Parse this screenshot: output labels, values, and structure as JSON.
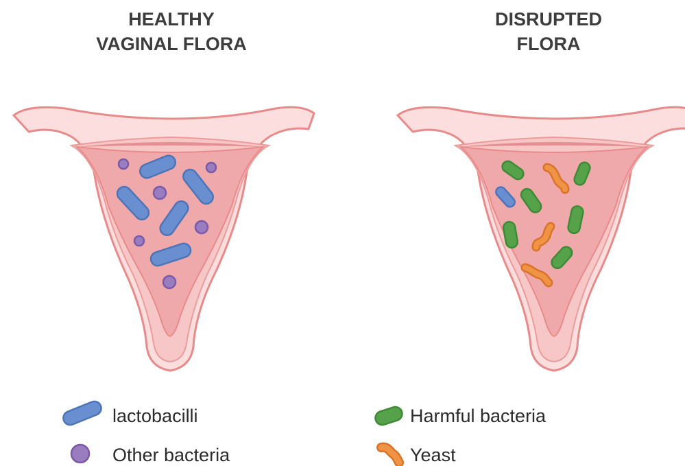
{
  "panels": {
    "healthy": {
      "title_line1": "HEALTHY",
      "title_line2": "VAGINAL FLORA"
    },
    "disrupted": {
      "title_line1": "DISRUPTED",
      "title_line2": "FLORA"
    }
  },
  "legend": {
    "lactobacilli": "lactobacilli",
    "other_bacteria": "Other bacteria",
    "harmful_bacteria": "Harmful bacteria",
    "yeast": "Yeast"
  },
  "colors": {
    "lactobacilli": "#6a8fd0",
    "other_bacteria": "#9a7cc0",
    "harmful_bacteria": "#56a24a",
    "yeast": "#ef9445",
    "tissue_light": "#fbdedd",
    "tissue_mid": "#f5bcbc",
    "cavity": "#f0a9aa",
    "outline": "#e98a8a"
  }
}
